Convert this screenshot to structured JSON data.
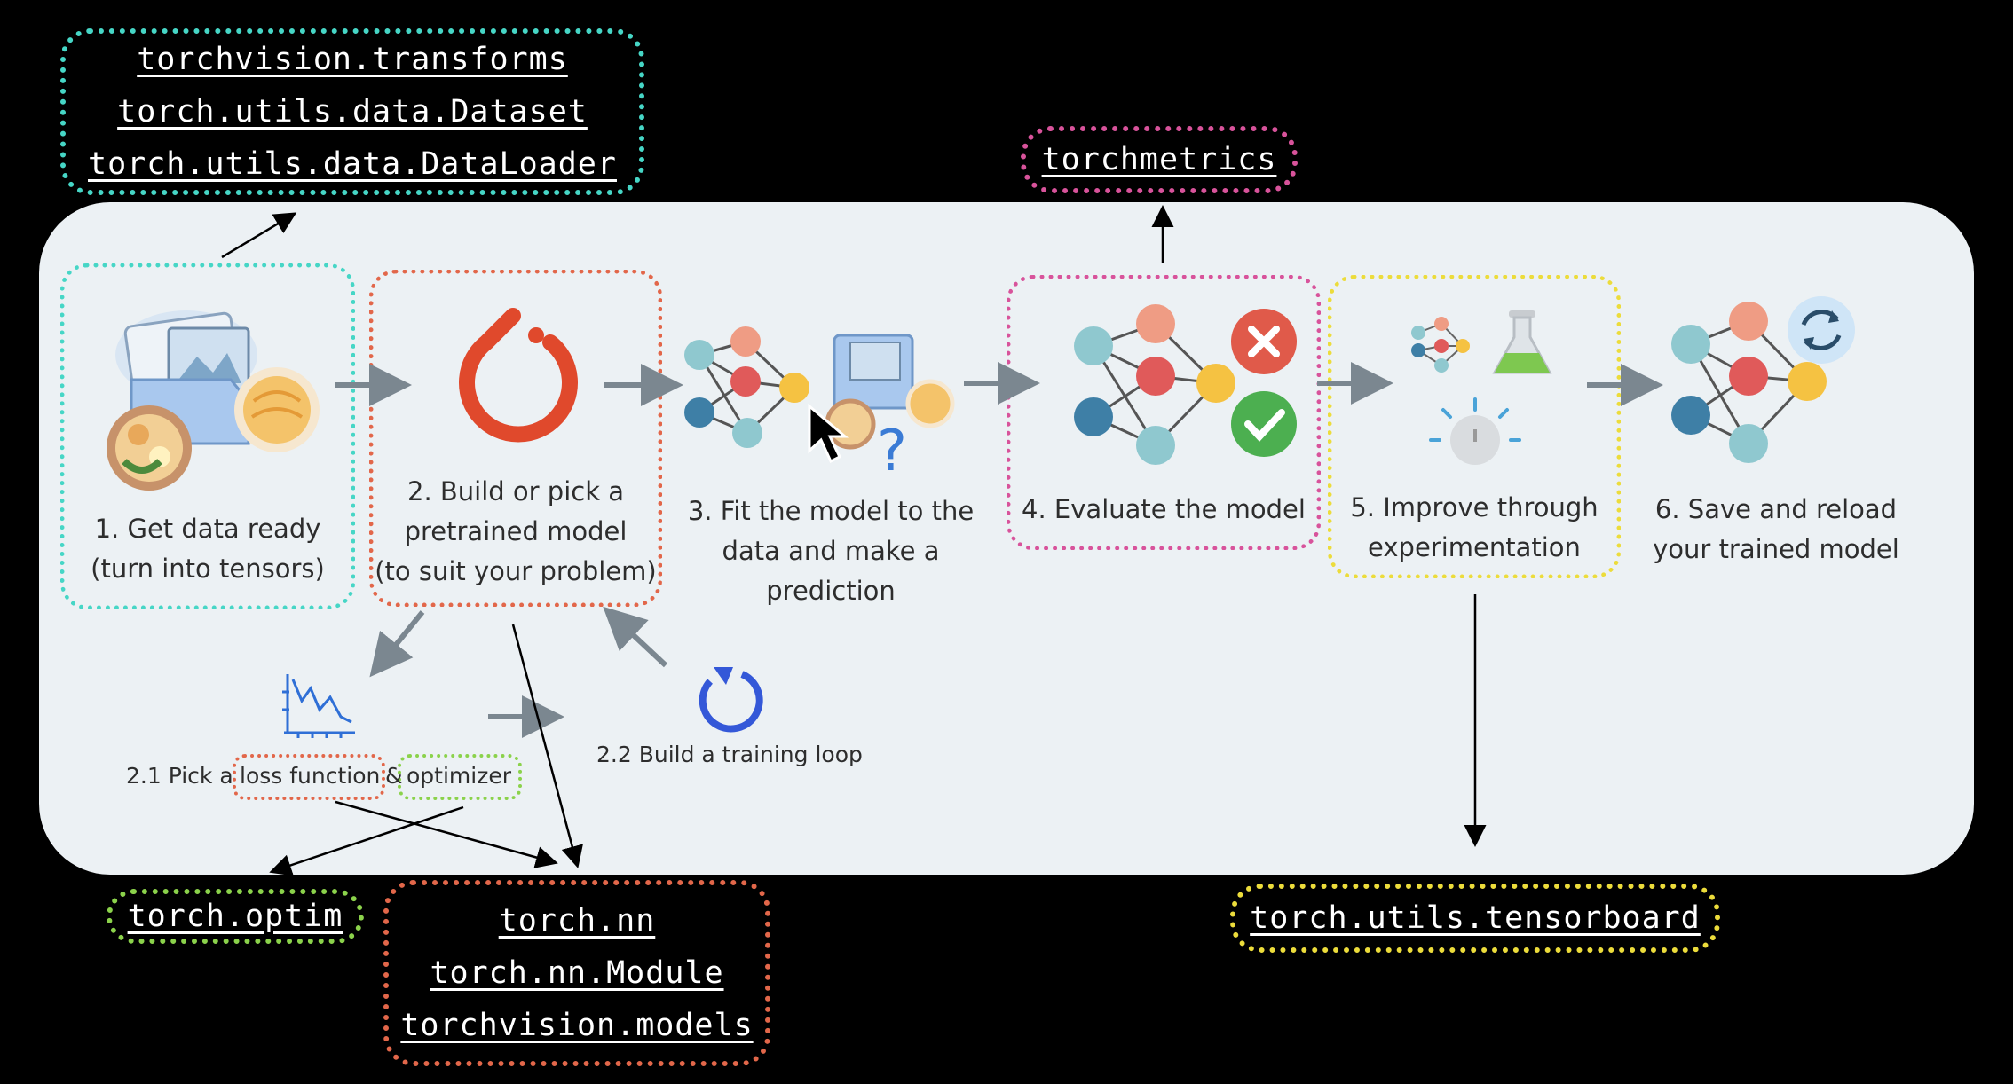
{
  "top_left_box": [
    "torchvision.transforms",
    "torch.utils.data.Dataset",
    "torch.utils.data.DataLoader"
  ],
  "top_right_box": [
    "torchmetrics"
  ],
  "bottom_optim_box": [
    "torch.optim"
  ],
  "bottom_nn_box": [
    "torch.nn",
    "torch.nn.Module",
    "torchvision.models"
  ],
  "bottom_tensorboard_box": [
    "torch.utils.tensorboard"
  ],
  "steps": {
    "s1": [
      "1. Get data ready",
      "(turn into tensors)"
    ],
    "s2": [
      "2. Build or pick a",
      "pretrained model",
      "(to suit your problem)"
    ],
    "s3": [
      "3. Fit the model to the",
      "data and make a",
      "prediction"
    ],
    "s4": [
      "4. Evaluate the model"
    ],
    "s5": [
      "5. Improve through",
      "experimentation"
    ],
    "s6": [
      "6. Save and reload",
      "your trained model"
    ]
  },
  "sub": {
    "s21_prefix": "2.1 Pick a",
    "s21_loss": "loss function",
    "s21_amp": "&",
    "s21_opt": "optimizer",
    "s22": "2.2 Build a training loop"
  },
  "colors": {
    "teal": "#46d6c6",
    "orange": "#e2674a",
    "pink": "#d8539b",
    "yellow": "#ecdc3b",
    "green": "#8bd24b",
    "arrow": "#7b8790",
    "node_teal": "#8fc8cf",
    "node_orange": "#ef9c84",
    "node_red": "#e05a5a",
    "node_blue": "#3e7fa6",
    "node_yellow": "#f5c242",
    "pytorch": "#e0492c"
  },
  "icons": [
    "folder-data-icon",
    "food-bowl-icon",
    "pytorch-logo-icon",
    "neural-network-icon",
    "question-icon",
    "cross-icon",
    "check-icon",
    "flask-icon",
    "lightbulb-icon",
    "refresh-icon",
    "loss-chart-icon",
    "loop-icon",
    "mouse-cursor-icon"
  ]
}
